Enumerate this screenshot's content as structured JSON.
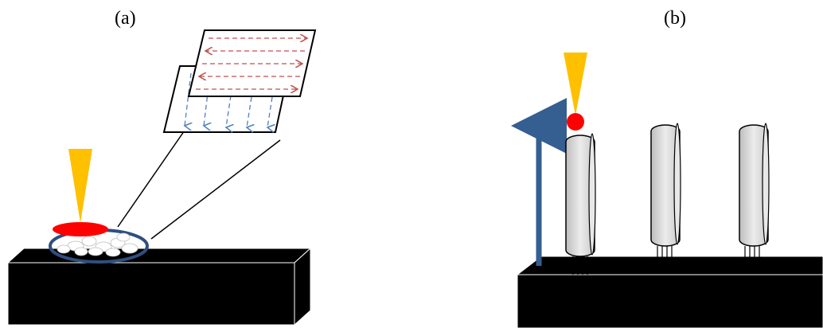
{
  "labels": {
    "panel_a": "(a)",
    "panel_b": "(b)"
  },
  "colors": {
    "background": "#ffffff",
    "substrate": "#000000",
    "substrate_edge": "#ffffff",
    "laser_beam": "#ffc000",
    "melt_pool": "#ff0000",
    "powder_ring": "#2f4f7f",
    "scan_layer_top": "#c0504d",
    "scan_layer_bottom": "#4f81bd",
    "build_arrow": "#355e91",
    "pillar_fill": "#d9d9d9",
    "pillar_stroke": "#000000"
  },
  "panel_a": {
    "elements": [
      "laser-beam",
      "melt-pool",
      "powder-bed",
      "substrate-block",
      "scan-pattern-layers"
    ]
  },
  "panel_b": {
    "elements": [
      "laser-beam",
      "melt-pool",
      "build-direction-arrow",
      "pillar-1",
      "pillar-2",
      "pillar-3",
      "substrate-block"
    ]
  }
}
